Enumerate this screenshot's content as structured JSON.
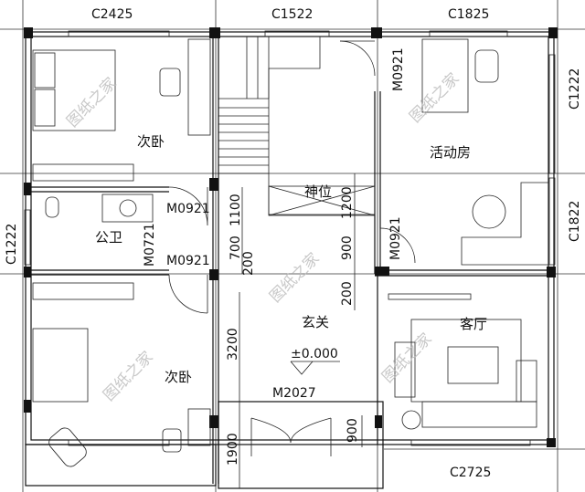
{
  "windows": {
    "top_left": "C2425",
    "top_mid": "C1522",
    "top_right": "C1825",
    "right_upper": "C1222",
    "right_lower": "C1822",
    "left": "C1222",
    "bottom_right": "C2725"
  },
  "doors": {
    "bedroom_top": "M0921",
    "bath_lower": "M0921",
    "bath": "M0721",
    "activity_top": "M0921",
    "activity_lower": "M0921",
    "entry": "M2027"
  },
  "rooms": {
    "bedroom_top": "次卧",
    "bathroom": "公卫",
    "stair_shrine": "神位",
    "activity": "活动房",
    "foyer": "玄关",
    "living": "客厅",
    "bedroom_bottom": "次卧"
  },
  "elevation": "±0.000",
  "dimensions": {
    "d1100": "1100",
    "d700": "700",
    "d200a": "200",
    "d1200": "1200",
    "d900a": "900",
    "d200b": "200",
    "d3200": "3200",
    "d1900": "1900",
    "d900b": "900"
  },
  "watermark": "图纸之家"
}
